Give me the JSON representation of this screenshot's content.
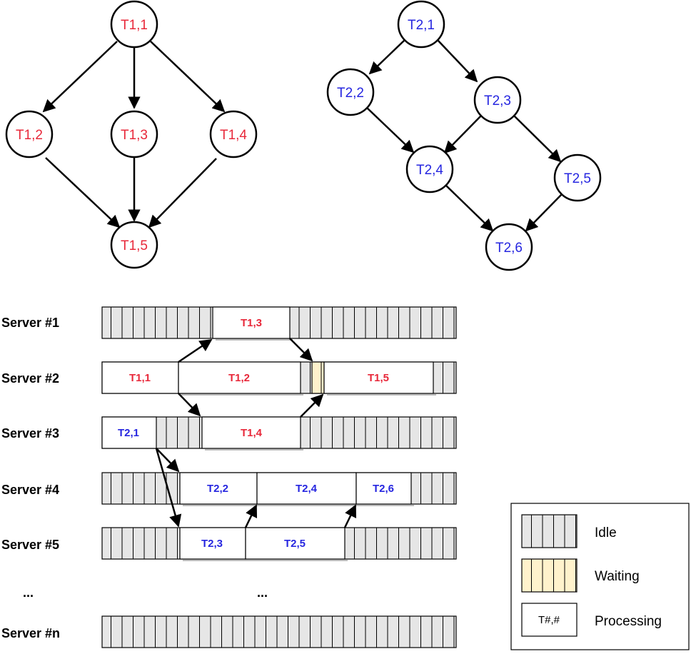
{
  "colors": {
    "job1": "#e8283a",
    "job2": "#2626e0",
    "idle_fill": "#e6e6e6",
    "waiting_fill": "#fff2cc",
    "processing_fill": "#ffffff",
    "stroke": "#000000"
  },
  "graph1": {
    "nodes": [
      "T1,1",
      "T1,2",
      "T1,3",
      "T1,4",
      "T1,5"
    ],
    "edges": [
      [
        "T1,1",
        "T1,2"
      ],
      [
        "T1,1",
        "T1,3"
      ],
      [
        "T1,1",
        "T1,4"
      ],
      [
        "T1,2",
        "T1,5"
      ],
      [
        "T1,3",
        "T1,5"
      ],
      [
        "T1,4",
        "T1,5"
      ]
    ]
  },
  "graph2": {
    "nodes": [
      "T2,1",
      "T2,2",
      "T2,3",
      "T2,4",
      "T2,5",
      "T2,6"
    ],
    "edges": [
      [
        "T2,1",
        "T2,2"
      ],
      [
        "T2,1",
        "T2,3"
      ],
      [
        "T2,2",
        "T2,4"
      ],
      [
        "T2,3",
        "T2,4"
      ],
      [
        "T2,3",
        "T2,5"
      ],
      [
        "T2,4",
        "T2,6"
      ],
      [
        "T2,5",
        "T2,6"
      ]
    ]
  },
  "servers": [
    {
      "label": "Server #1",
      "tasks": [
        "T1,3"
      ]
    },
    {
      "label": "Server #2",
      "tasks": [
        "T1,1",
        "T1,2",
        "T1,5"
      ]
    },
    {
      "label": "Server #3",
      "tasks": [
        "T2,1",
        "T1,4"
      ]
    },
    {
      "label": "Server #4",
      "tasks": [
        "T2,2",
        "T2,4",
        "T2,6"
      ]
    },
    {
      "label": "Server #5",
      "tasks": [
        "T2,3",
        "T2,5"
      ]
    },
    {
      "label": "Server #n",
      "tasks": []
    }
  ],
  "ellipsis": "...",
  "legend": {
    "idle": "Idle",
    "waiting": "Waiting",
    "processing": "Processing",
    "processing_box": "T#,#"
  }
}
